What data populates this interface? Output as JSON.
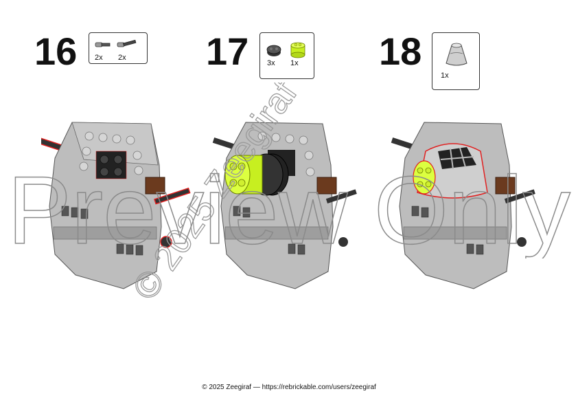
{
  "steps": [
    {
      "number": "16",
      "parts": [
        {
          "icon": "axle-pin-icon",
          "qty": "2x"
        },
        {
          "icon": "axle-pin-long-icon",
          "qty": "2x"
        }
      ]
    },
    {
      "number": "17",
      "parts": [
        {
          "icon": "round-plate-dark-icon",
          "qty": "3x"
        },
        {
          "icon": "round-brick-lime-icon",
          "qty": "1x"
        }
      ]
    },
    {
      "number": "18",
      "parts": [
        {
          "icon": "cone-dome-icon",
          "qty": "1x"
        }
      ]
    }
  ],
  "watermark": {
    "text": "Preview Only",
    "copyright": "© 2025 Zeegiraf"
  },
  "footer": {
    "text": "© 2025 Zeegiraf — https://rebrickable.com/users/zeegiraf"
  },
  "colors": {
    "light_gray": "#bdbdbd",
    "dark_gray": "#6e6e6e",
    "brown": "#6b3a1e",
    "lime": "#d8ff3a",
    "highlight_red": "#e02020"
  }
}
